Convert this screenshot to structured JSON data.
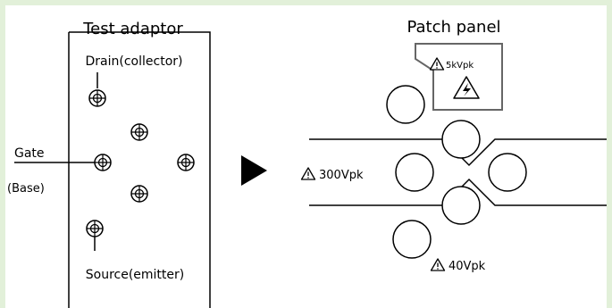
{
  "adaptor": {
    "title": "Test adaptor",
    "drain_label": "Drain(collector)",
    "gate_label": "Gate",
    "base_label": "(Base)",
    "source_label": "Source(emitter)"
  },
  "panel": {
    "title": "Patch panel",
    "hv_warning": "5kVpk",
    "mid_warning": "300Vpk",
    "low_warning": "40Vpk"
  },
  "icons": {
    "terminal": "crosshair-terminal-icon",
    "arrow": "right-pointing-triangle-icon",
    "caution": "warning-triangle-icon",
    "high_voltage": "lightning-warning-icon"
  },
  "colors": {
    "background": "#e2f0d9",
    "line": "#000000",
    "hv_border": "#666666"
  }
}
